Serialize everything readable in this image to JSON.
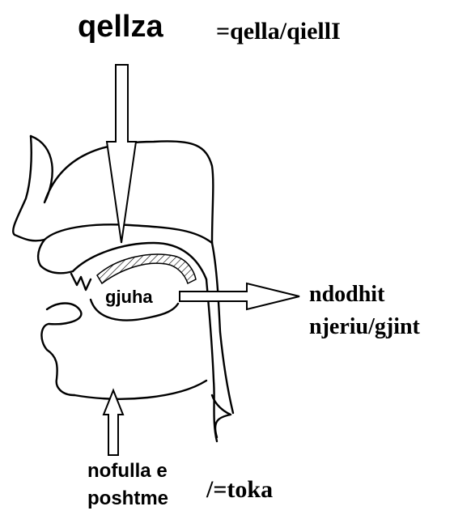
{
  "title": {
    "word": "qellza",
    "meaning": "=qella/qiellI"
  },
  "labels": {
    "tongue": "gjuha",
    "happens_line1": "ndodhit",
    "happens_line2": "njeriu/gjint",
    "jaw_line1": "nofulla e",
    "jaw_line2": "poshtme",
    "jaw_meaning": "/=toka"
  },
  "colors": {
    "ink": "#000000",
    "background": "#ffffff"
  }
}
